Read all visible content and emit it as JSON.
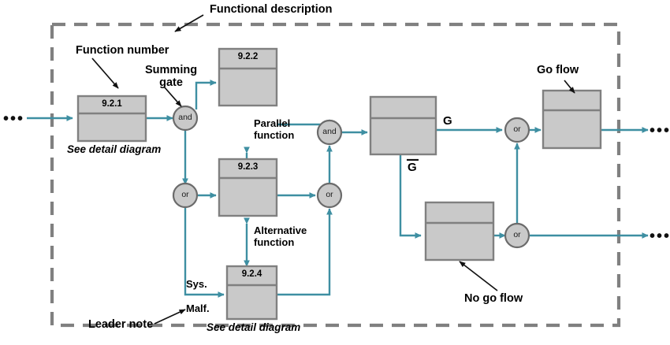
{
  "figure": {
    "title": "Functional description",
    "boundary": "dashed-rectangle"
  },
  "colors": {
    "flow": "#3e8fa2",
    "box_fill": "#c9c9c9",
    "box_border": "#808080",
    "gate_fill": "#c9c9c9",
    "gate_border": "#6b6b6b",
    "boundary": "#808080",
    "annotation": "#000000"
  },
  "annotations": [
    {
      "id": "functional-description",
      "text": "Functional description"
    },
    {
      "id": "function-number",
      "text": "Function number"
    },
    {
      "id": "summing-gate",
      "text": "Summing\ngate"
    },
    {
      "id": "go-flow",
      "text": "Go flow"
    },
    {
      "id": "no-go-flow",
      "text": "No go flow"
    },
    {
      "id": "leader-note",
      "text": "Leader note"
    }
  ],
  "blocks": [
    {
      "id": "block-921",
      "number": "9.2.1",
      "caption": "See detail diagram"
    },
    {
      "id": "block-922",
      "number": "9.2.2",
      "caption": ""
    },
    {
      "id": "block-923",
      "number": "9.2.3",
      "caption": ""
    },
    {
      "id": "block-924",
      "number": "9.2.4",
      "caption": "See detail diagram"
    },
    {
      "id": "block-decision",
      "number": "",
      "caption": ""
    },
    {
      "id": "block-nogo",
      "number": "",
      "caption": ""
    },
    {
      "id": "block-go",
      "number": "",
      "caption": ""
    }
  ],
  "gates": [
    {
      "id": "gate-and-1",
      "label": "and"
    },
    {
      "id": "gate-or-1",
      "label": "or"
    },
    {
      "id": "gate-and-2",
      "label": "and"
    },
    {
      "id": "gate-or-2",
      "label": "or"
    },
    {
      "id": "gate-or-go",
      "label": "or"
    },
    {
      "id": "gate-or-nogo",
      "label": "or"
    }
  ],
  "flow_labels": [
    {
      "id": "label-parallel-function",
      "text": "Parallel\nfunction"
    },
    {
      "id": "label-alternative-function",
      "text": "Alternative\nfunction"
    },
    {
      "id": "label-sys",
      "text": "Sys."
    },
    {
      "id": "label-malf",
      "text": "Malf."
    },
    {
      "id": "label-g",
      "text": "G"
    },
    {
      "id": "label-g-bar",
      "text": "G",
      "overbar": true
    }
  ],
  "continuations": [
    {
      "id": "cont-left-in",
      "text": "•••"
    },
    {
      "id": "cont-right-go",
      "text": "•••"
    },
    {
      "id": "cont-right-nogo",
      "text": "•••"
    }
  ]
}
